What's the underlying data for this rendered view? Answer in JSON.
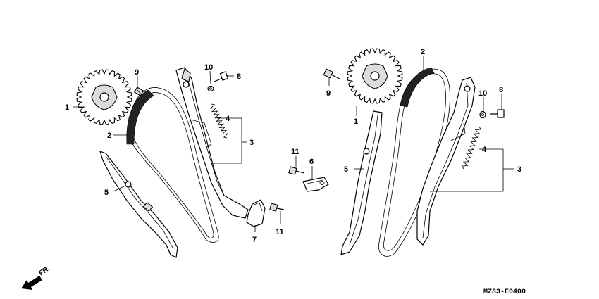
{
  "diagram": {
    "part_code": "MZ83-E0400",
    "front_arrow_label": "FR.",
    "callouts": {
      "left_1": "1",
      "left_2": "2",
      "left_3": "3",
      "left_4": "4",
      "left_5": "5",
      "left_8": "8",
      "left_9": "9",
      "left_10": "10",
      "center_6": "6",
      "center_7": "7",
      "center_11_top": "11",
      "center_11_bottom": "11",
      "right_1": "1",
      "right_2": "2",
      "right_3": "3",
      "right_4": "4",
      "right_5": "5",
      "right_8": "8",
      "right_9": "9",
      "right_10": "10"
    }
  }
}
